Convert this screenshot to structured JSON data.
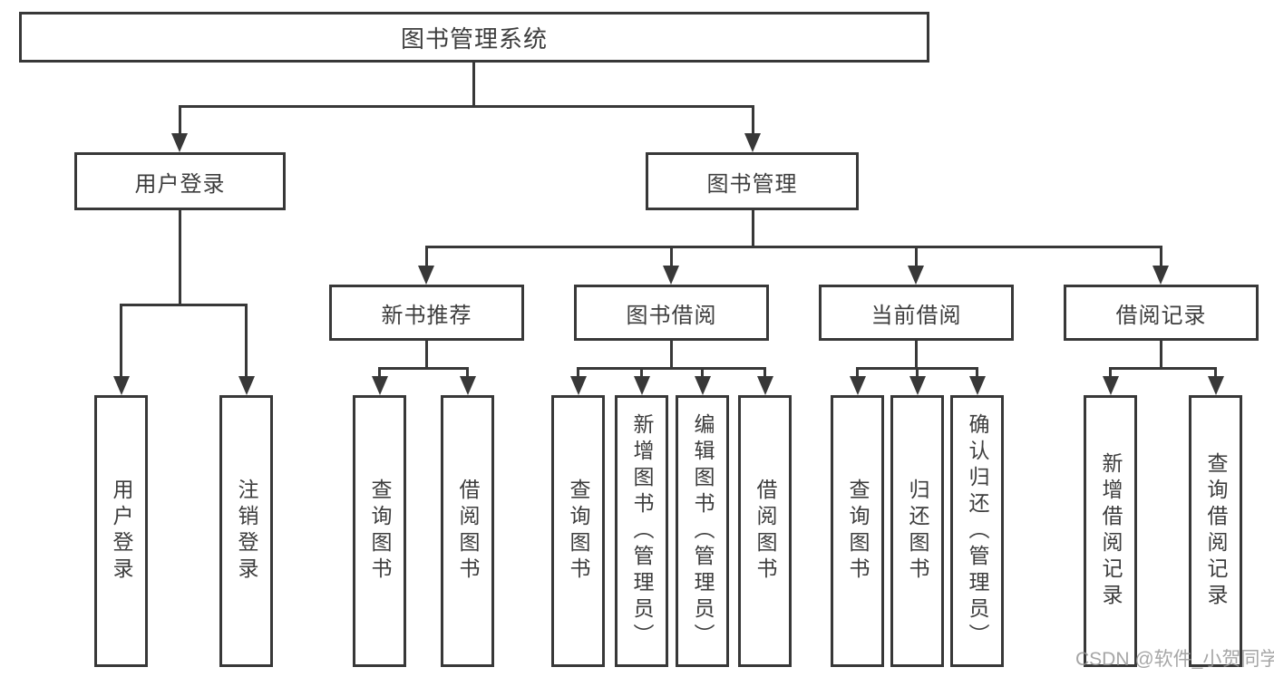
{
  "diagram_title": "图书管理系统",
  "nodes": {
    "root": "图书管理系统",
    "user_login": "用户登录",
    "book_mgmt": "图书管理",
    "new_book_rec": "新书推荐",
    "book_borrow": "图书借阅",
    "current_borrow": "当前借阅",
    "borrow_records": "借阅记录",
    "leaf_user_login": "用户登录",
    "leaf_logout": "注销登录",
    "leaf_query_book_1": "查询图书",
    "leaf_borrow_book_1": "借阅图书",
    "leaf_query_book_2": "查询图书",
    "leaf_add_book": "新增图书（管理员）",
    "leaf_edit_book": "编辑图书（管理员）",
    "leaf_borrow_book_2": "借阅图书",
    "leaf_query_book_3": "查询图书",
    "leaf_return_book": "归还图书",
    "leaf_confirm_return": "确认归还（管理员）",
    "leaf_add_record": "新增借阅记录",
    "leaf_query_record": "查询借阅记录"
  },
  "hierarchy": {
    "label": "图书管理系统",
    "children": [
      {
        "label": "用户登录",
        "children": [
          {
            "label": "用户登录"
          },
          {
            "label": "注销登录"
          }
        ]
      },
      {
        "label": "图书管理",
        "children": [
          {
            "label": "新书推荐",
            "children": [
              {
                "label": "查询图书"
              },
              {
                "label": "借阅图书"
              }
            ]
          },
          {
            "label": "图书借阅",
            "children": [
              {
                "label": "查询图书"
              },
              {
                "label": "新增图书（管理员）"
              },
              {
                "label": "编辑图书（管理员）"
              },
              {
                "label": "借阅图书"
              }
            ]
          },
          {
            "label": "当前借阅",
            "children": [
              {
                "label": "查询图书"
              },
              {
                "label": "归还图书"
              },
              {
                "label": "确认归还（管理员）"
              }
            ]
          },
          {
            "label": "借阅记录",
            "children": [
              {
                "label": "新增借阅记录"
              },
              {
                "label": "查询借阅记录"
              }
            ]
          }
        ]
      }
    ]
  },
  "watermark": "CSDN @软件_小贺同学",
  "colors": {
    "line": "#383838",
    "text": "#3d3d3d",
    "background": "#ffffff",
    "watermark": "#969696"
  }
}
